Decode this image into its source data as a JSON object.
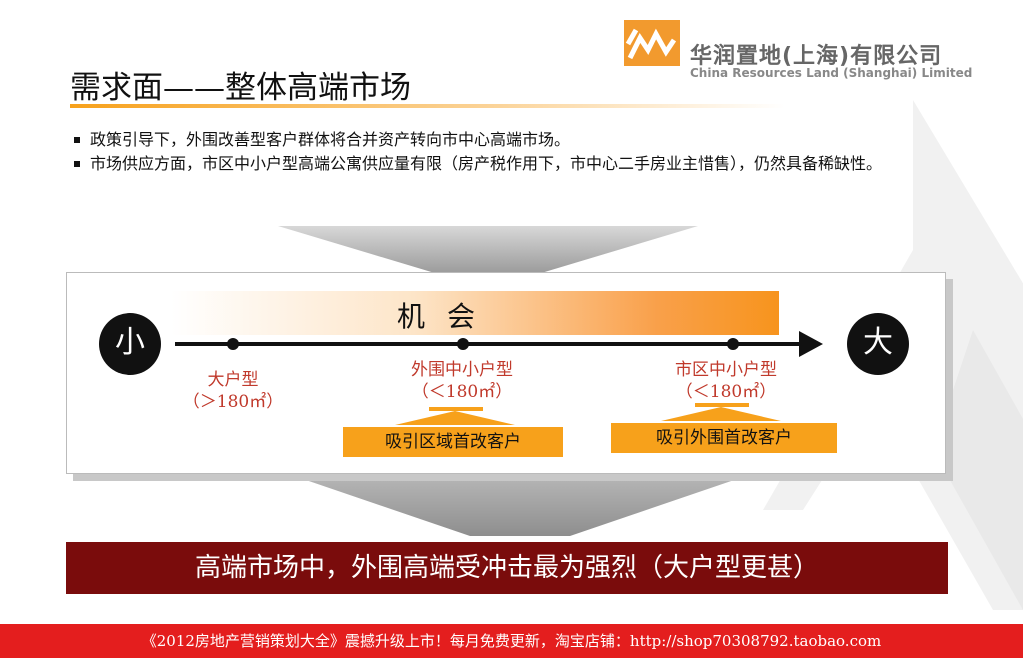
{
  "logo": {
    "cn": "华润置地(上海)有限公司",
    "en": "China Resources Land (Shanghai) Limited"
  },
  "title": "需求面——整体高端市场",
  "bullets": [
    "政策引导下，外围改善型客户群体将合并资产转向市中心高端市场。",
    "市场供应方面，市区中小户型高端公寓供应量有限（房产税作用下，市中心二手房业主惜售），仍然具备稀缺性。"
  ],
  "diagram": {
    "opportunity_label": "机会",
    "left_end": "小",
    "right_end": "大",
    "segments": [
      {
        "name": "大户型",
        "size": "（＞180㎡）"
      },
      {
        "name": "外围中小户型",
        "size": "（＜180㎡）"
      },
      {
        "name": "市区中小户型",
        "size": "（＜180㎡）"
      }
    ],
    "tags": [
      "吸引区域首改客户",
      "吸引外围首改客户"
    ]
  },
  "conclusion": "高端市场中，外围高端受冲击最为强烈（大户型更甚）",
  "footer": "《2012房地产营销策划大全》震撼升级上市！每月免费更新，淘宝店铺：http://shop70308792.taobao.com",
  "colors": {
    "accent_orange": "#f7a11b",
    "conclusion_bg": "#7a0c0c",
    "footer_bg": "#e41e1e",
    "segment_text": "#c0392b"
  }
}
